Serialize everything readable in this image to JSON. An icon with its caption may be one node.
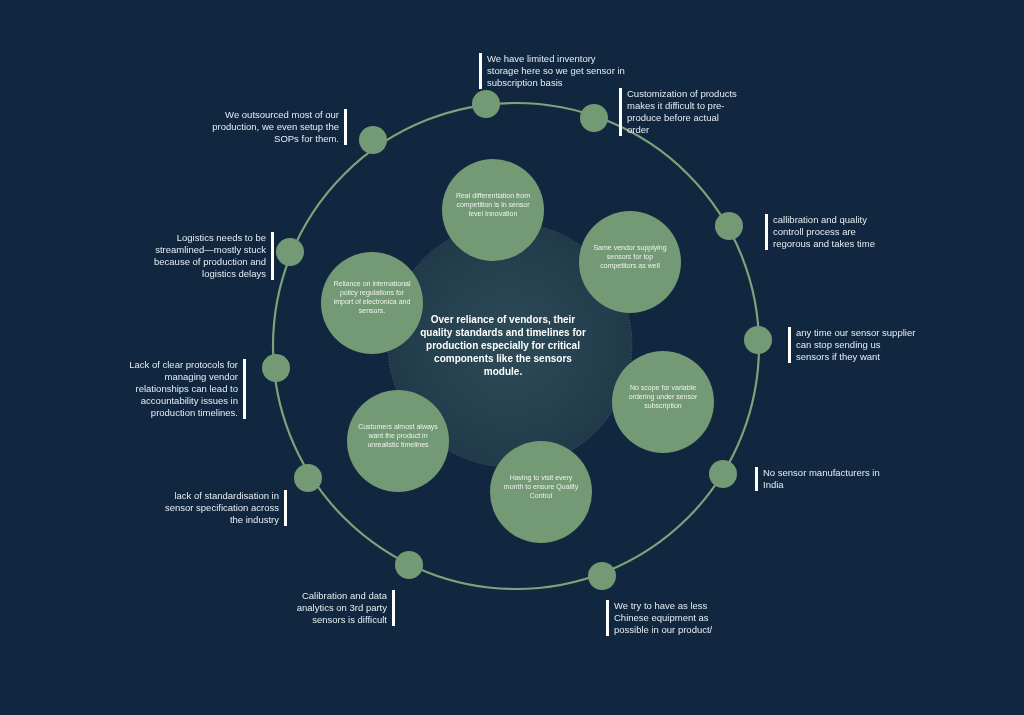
{
  "diagram": {
    "nodes": [
      {
        "text": [
          "Over reliance of vendors, their quality standards and timelines for production especially for critical components like the sensors module."
        ]
      },
      {
        "text": [
          "Real differentiation from competition is in sensor level Innovation"
        ]
      },
      {
        "text": [
          "Same vendor supplying sensors for top competitors as well"
        ]
      },
      {
        "text": [
          "Reliance on international policy regulations for import of electronica and sensors."
        ]
      },
      {
        "text": [
          "No scope for variable ordering under sensor subscription"
        ]
      },
      {
        "text": [
          "Customers almost always want the product in unrealistic timelines"
        ]
      },
      {
        "text": [
          "Having to visit every month to ensure Quality Control"
        ]
      },
      {
        "text": [],
        "shape": "circle",
        "beside": [
          "We have limited inventory storage here so we get sensor in subscription basis"
        ]
      },
      {
        "text": [],
        "shape": "circle",
        "beside": [
          "Customization of products makes it difficult to pre-produce before actual order"
        ]
      },
      {
        "text": [],
        "shape": "circle",
        "beside": [
          "callibration and quality controll process are regorous and takes time"
        ]
      },
      {
        "text": [],
        "shape": "circle",
        "beside": [
          "any time our sensor supplier can stop sending us sensors if they want"
        ]
      },
      {
        "text": [],
        "shape": "circle",
        "beside": [
          "No sensor manufacturers in India"
        ]
      },
      {
        "text": [],
        "shape": "circle",
        "beside": [
          "We try to have as less Chinese equipment as possible in our product/"
        ]
      },
      {
        "text": [],
        "shape": "circle",
        "beside": [
          "Calibration and data analytics on 3rd party sensors is difficult"
        ]
      },
      {
        "text": [],
        "shape": "circle",
        "beside": [
          "lack of standardisation in sensor specification across the industry"
        ]
      },
      {
        "text": [],
        "shape": "circle",
        "beside": [
          "Lack of clear protocols for managing vendor relationships can lead to accountability issues in production timelines."
        ]
      },
      {
        "text": [],
        "shape": "circle",
        "beside": [
          "Logistics needs to be streamlined—mostly stuck because of production and logistics delays"
        ]
      },
      {
        "text": [],
        "shape": "circle",
        "beside": [
          "We outsourced most of our production, we even setup the SOPs for them."
        ]
      }
    ],
    "edges": []
  }
}
